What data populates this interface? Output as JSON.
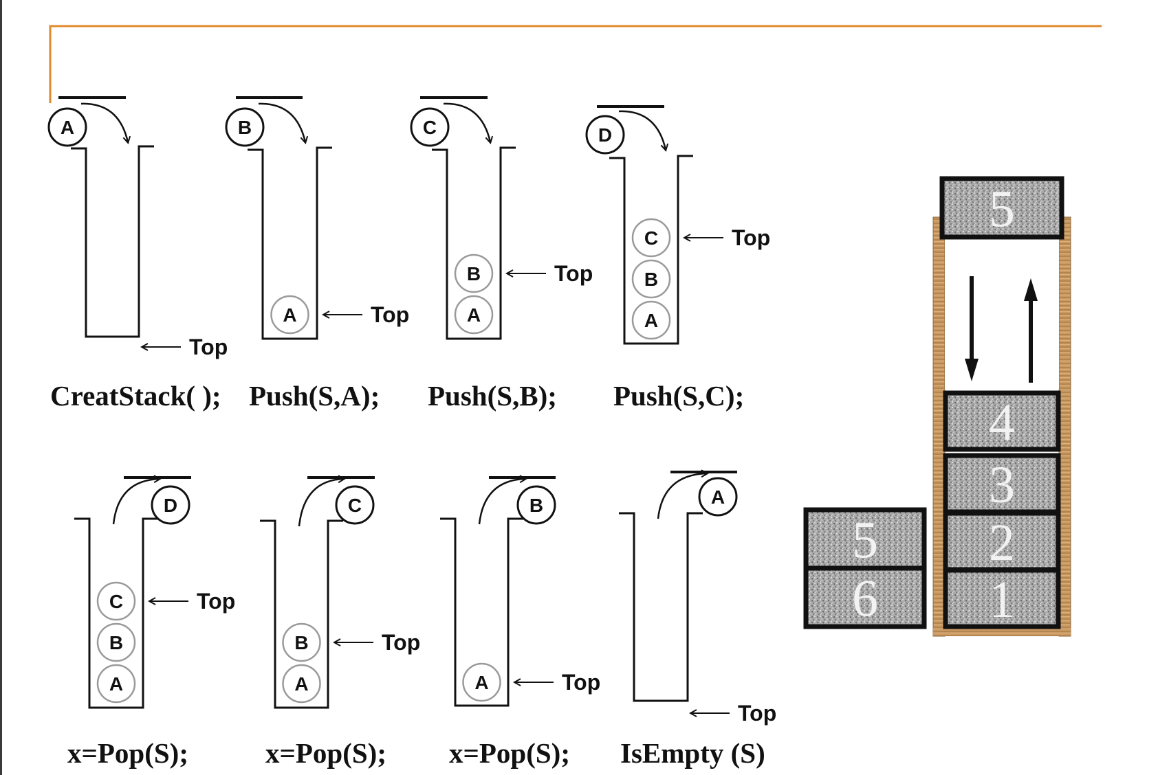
{
  "pointer_label": "Top",
  "colors": {
    "frame_line": "#e08a2e",
    "ink": "#111111",
    "stacked_ball_stroke": "#9a9a9a",
    "rail_wood": "#c99a63",
    "block_fill": "#a9a9a9",
    "block_border": "#111111"
  },
  "operations_row1": [
    {
      "caption": "CreatStack( );",
      "incoming": "A",
      "contents": []
    },
    {
      "caption": "Push(S,A);",
      "incoming": "B",
      "contents": [
        "A"
      ]
    },
    {
      "caption": "Push(S,B);",
      "incoming": "C",
      "contents": [
        "A",
        "B"
      ]
    },
    {
      "caption": "Push(S,C);",
      "incoming": "D",
      "contents": [
        "A",
        "B",
        "C"
      ]
    }
  ],
  "operations_row2": [
    {
      "caption": "x=Pop(S);",
      "outgoing": "D",
      "contents": [
        "A",
        "B",
        "C"
      ]
    },
    {
      "caption": "x=Pop(S);",
      "outgoing": "C",
      "contents": [
        "A",
        "B"
      ]
    },
    {
      "caption": "x=Pop(S);",
      "outgoing": "B",
      "contents": [
        "A"
      ]
    },
    {
      "caption": "IsEmpty (S)",
      "outgoing": "A",
      "contents": []
    }
  ],
  "block_stack": {
    "column": [
      "1",
      "2",
      "3",
      "4"
    ],
    "top_block": "5",
    "side_pile": [
      "5",
      "6"
    ],
    "arrows": [
      "down-arrow",
      "up-arrow"
    ]
  }
}
